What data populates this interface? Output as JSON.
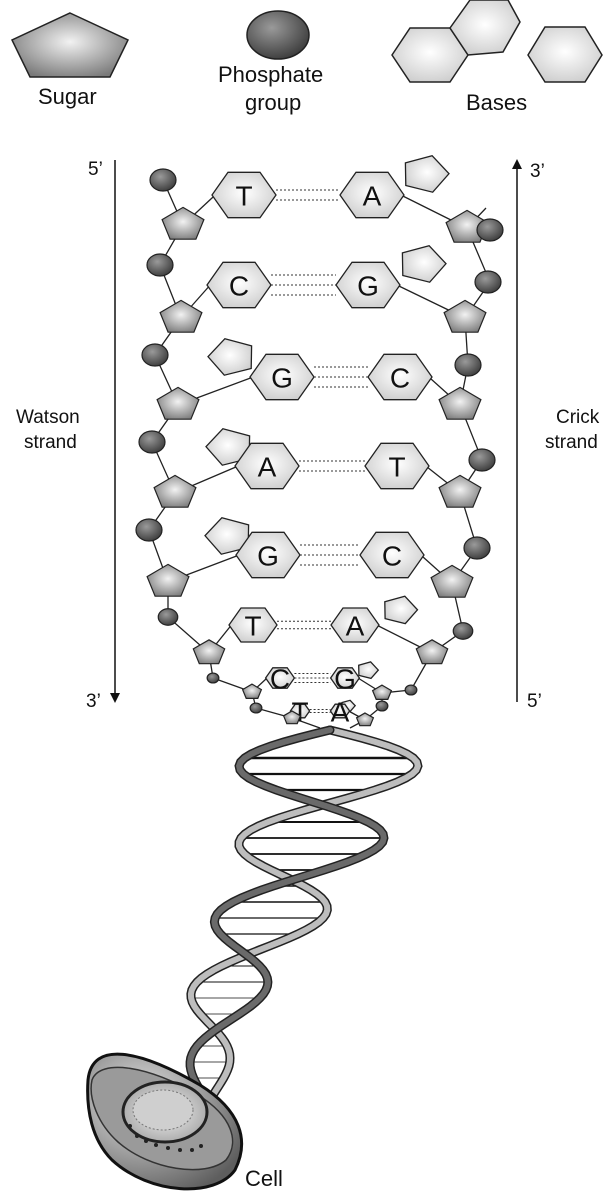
{
  "legend": {
    "sugar": "Sugar",
    "phosphate_line1": "Phosphate",
    "phosphate_line2": "group",
    "bases": "Bases"
  },
  "watson": {
    "line1": "Watson",
    "line2": "strand",
    "top_end": "5’",
    "bottom_end": "3’"
  },
  "crick": {
    "line1": "Crick",
    "line2": "strand",
    "top_end": "3’",
    "bottom_end": "5’"
  },
  "base_pairs": [
    {
      "left": "T",
      "right": "A"
    },
    {
      "left": "C",
      "right": "G"
    },
    {
      "left": "G",
      "right": "C"
    },
    {
      "left": "A",
      "right": "T"
    },
    {
      "left": "G",
      "right": "C"
    },
    {
      "left": "T",
      "right": "A"
    },
    {
      "left": "C",
      "right": "G"
    },
    {
      "left": "T",
      "right": "A"
    }
  ],
  "cell_label": "Cell",
  "colors": {
    "sugar_fill": "#8a8a8a",
    "sugar_center": "#e8e8e8",
    "phosphate_fill": "#555555",
    "base_fill": "#e2e2e2",
    "stroke": "#222222"
  }
}
